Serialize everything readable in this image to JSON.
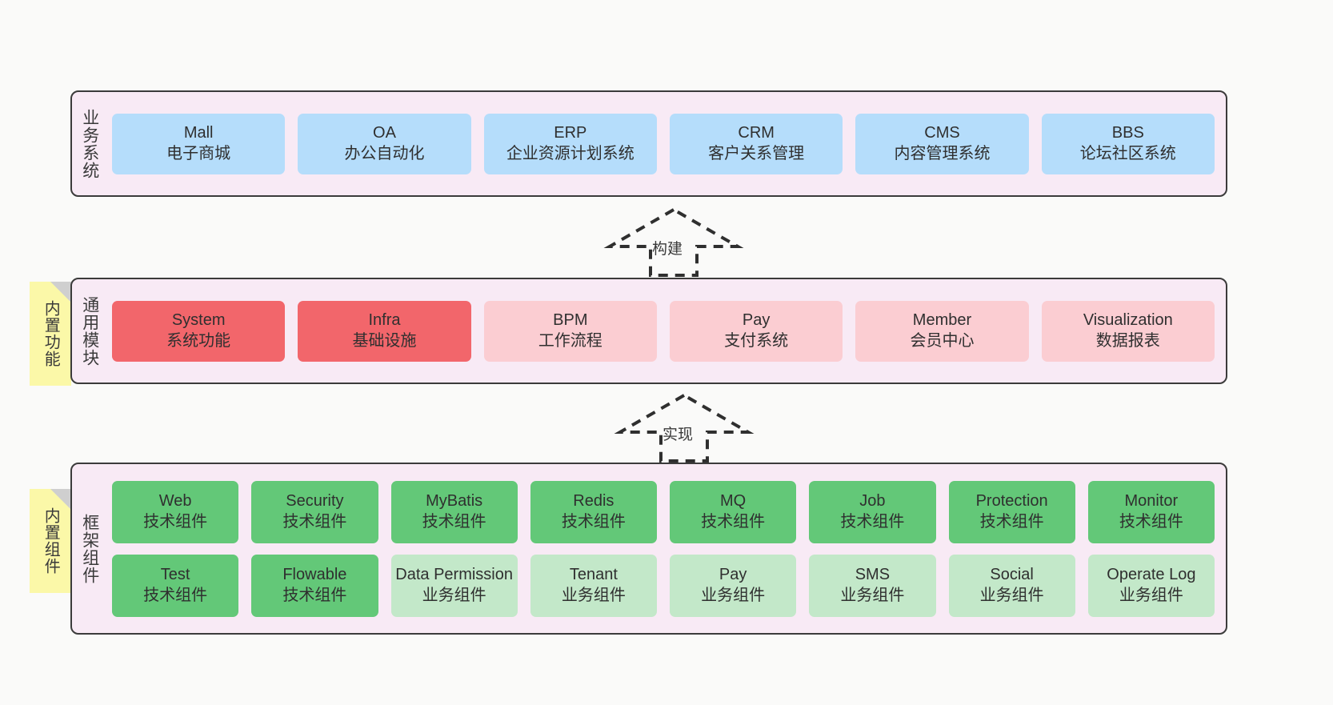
{
  "diagram": {
    "background_color": "#fafaf9",
    "panel_color": "#f8eaf5",
    "sticky_color": "#fbf8a8",
    "colors": {
      "blue": "#b5ddfb",
      "red_strong": "#f2666b",
      "red_light": "#fbcdd2",
      "green_strong": "#63c878",
      "green_light": "#c3e8c9"
    }
  },
  "business": {
    "label": "业务系统",
    "cards": [
      {
        "en": "Mall",
        "cn": "电子商城"
      },
      {
        "en": "OA",
        "cn": "办公自动化"
      },
      {
        "en": "ERP",
        "cn": "企业资源计划系统"
      },
      {
        "en": "CRM",
        "cn": "客户关系管理"
      },
      {
        "en": "CMS",
        "cn": "内容管理系统"
      },
      {
        "en": "BBS",
        "cn": "论坛社区系统"
      }
    ]
  },
  "connector_build": {
    "label": "构建"
  },
  "modules": {
    "label": "通用模块",
    "sticky": "内置功能",
    "cards": [
      {
        "en": "System",
        "cn": "系统功能"
      },
      {
        "en": "Infra",
        "cn": "基础设施"
      },
      {
        "en": "BPM",
        "cn": "工作流程"
      },
      {
        "en": "Pay",
        "cn": "支付系统"
      },
      {
        "en": "Member",
        "cn": "会员中心"
      },
      {
        "en": "Visualization",
        "cn": "数据报表"
      }
    ]
  },
  "connector_impl": {
    "label": "实现"
  },
  "framework": {
    "label": "框架组件",
    "sticky": "内置组件",
    "row_tech": [
      {
        "en": "Web",
        "cn": "技术组件"
      },
      {
        "en": "Security",
        "cn": "技术组件"
      },
      {
        "en": "MyBatis",
        "cn": "技术组件"
      },
      {
        "en": "Redis",
        "cn": "技术组件"
      },
      {
        "en": "MQ",
        "cn": "技术组件"
      },
      {
        "en": "Job",
        "cn": "技术组件"
      },
      {
        "en": "Protection",
        "cn": "技术组件"
      },
      {
        "en": "Monitor",
        "cn": "技术组件"
      }
    ],
    "row_biz": [
      {
        "en": "Test",
        "cn": "技术组件"
      },
      {
        "en": "Flowable",
        "cn": "技术组件"
      },
      {
        "en": "Data Permission",
        "cn": "业务组件"
      },
      {
        "en": "Tenant",
        "cn": "业务组件"
      },
      {
        "en": "Pay",
        "cn": "业务组件"
      },
      {
        "en": "SMS",
        "cn": "业务组件"
      },
      {
        "en": "Social",
        "cn": "业务组件"
      },
      {
        "en": "Operate Log",
        "cn": "业务组件"
      }
    ]
  }
}
